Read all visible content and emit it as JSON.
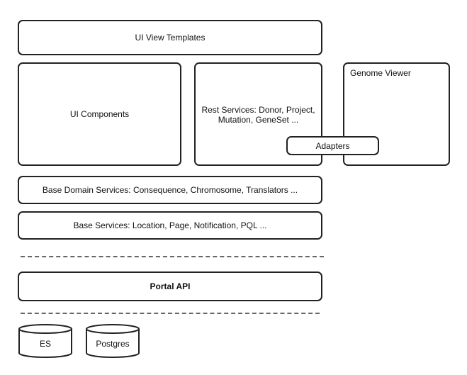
{
  "diagram": {
    "ui_view_templates": "UI View Templates",
    "ui_components": "UI Components",
    "rest_services": "Rest Services: Donor, Project,\nMutation, GeneSet ...",
    "genome_viewer": "Genome Viewer",
    "adapters": "Adapters",
    "base_domain_services": "Base Domain Services: Consequence, Chromosome, Translators ...",
    "base_services": "Base Services: Location, Page, Notification, PQL ...",
    "portal_api": "Portal API",
    "databases": [
      {
        "label": "ES"
      },
      {
        "label": "Postgres"
      }
    ]
  }
}
